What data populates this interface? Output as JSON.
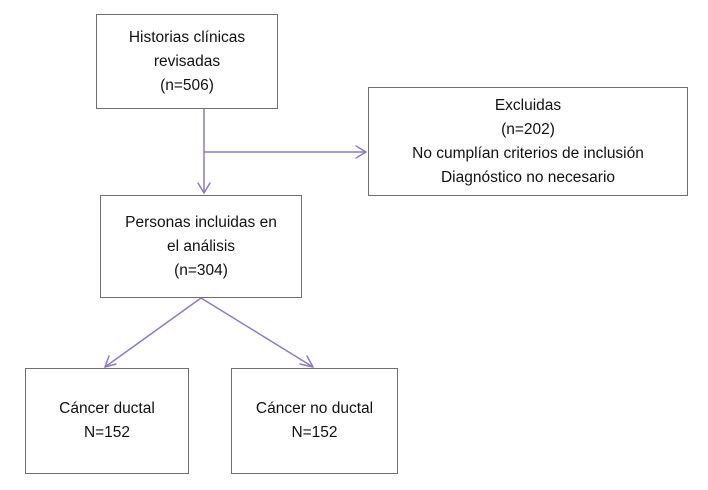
{
  "flowchart": {
    "reviewed": {
      "line1": "Historias clínicas",
      "line2": "revisadas",
      "count": "(n=506)"
    },
    "excluded": {
      "title": "Excluidas",
      "count": "(n=202)",
      "reason1": "No cumplían criterios de inclusión",
      "reason2": "Diagnóstico no necesario"
    },
    "included": {
      "line1": "Personas incluidas en",
      "line2": "el análisis",
      "count": "(n=304)"
    },
    "ductal": {
      "label": "Cáncer ductal",
      "count": "N=152"
    },
    "non_ductal": {
      "label": "Cáncer no ductal",
      "count": "N=152"
    }
  },
  "colors": {
    "connector": "#8e7cc3",
    "box_border": "#6f6f6f",
    "text": "#111111"
  }
}
